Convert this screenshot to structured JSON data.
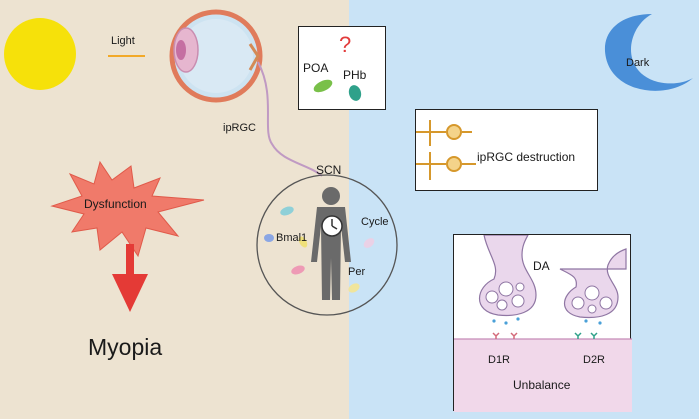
{
  "labels": {
    "light": "Light",
    "dark": "Dark",
    "iprgc": "ipRGC",
    "poa": "POA",
    "phb": "PHb",
    "question": "?",
    "scn": "SCN",
    "bmal1": "Bmal1",
    "cycle": "Cycle",
    "per": "Per",
    "dysfunction": "Dysfunction",
    "myopia": "Myopia",
    "iprgc_destruction": "ipRGC destruction",
    "da": "DA",
    "d1r": "D1R",
    "d2r": "D2R",
    "unbalance": "Unbalance"
  },
  "colors": {
    "light_bg": "#ede3d1",
    "dark_bg": "#c9e3f6",
    "sun": "#f6e10a",
    "moon": "#4a8fd8",
    "dysfunction_burst": "#f07a6a",
    "arrow": "#e43a36",
    "poa_oval": "#79c049",
    "phb_oval": "#2fa18a",
    "neuron": "#d6982c",
    "synapse": "#f1d8ea"
  },
  "icons": [
    "sun-icon",
    "moon-icon",
    "eye-icon",
    "human-figure-icon",
    "clock-icon",
    "neuron-icon",
    "synapse-terminal-icon"
  ]
}
